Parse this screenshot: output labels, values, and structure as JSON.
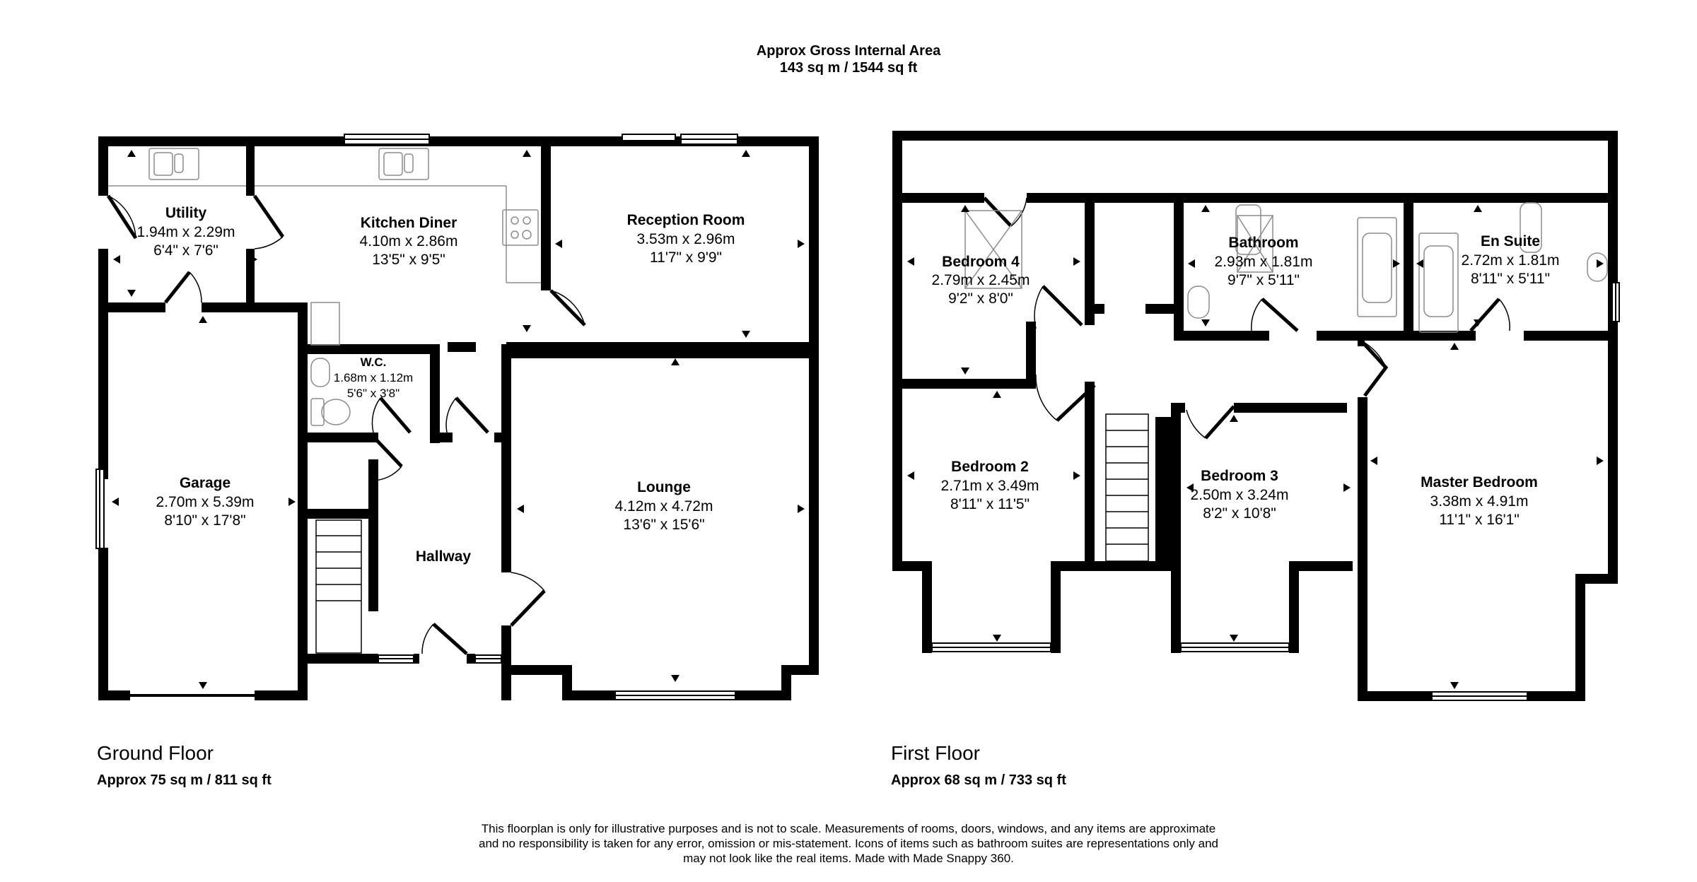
{
  "header": {
    "title": "Approx Gross Internal Area",
    "area": "143 sq m / 1544 sq ft"
  },
  "ground_floor": {
    "label": "Ground Floor",
    "area": "Approx 75 sq m / 811 sq ft",
    "rooms": [
      {
        "name": "Utility",
        "metric": "1.94m x 2.29m",
        "imperial": "6'4\" x 7'6\""
      },
      {
        "name": "Kitchen Diner",
        "metric": "4.10m x 2.86m",
        "imperial": "13'5\" x 9'5\""
      },
      {
        "name": "Reception Room",
        "metric": "3.53m x 2.96m",
        "imperial": "11'7\" x 9'9\""
      },
      {
        "name": "W.C.",
        "metric": "1.68m x 1.12m",
        "imperial": "5'6\" x 3'8\""
      },
      {
        "name": "Garage",
        "metric": "2.70m x 5.39m",
        "imperial": "8'10\" x 17'8\""
      },
      {
        "name": "Hallway"
      },
      {
        "name": "Lounge",
        "metric": "4.12m x 4.72m",
        "imperial": "13'6\" x 15'6\""
      }
    ]
  },
  "first_floor": {
    "label": "First Floor",
    "area": "Approx 68 sq m / 733 sq ft",
    "rooms": [
      {
        "name": "Bedroom 4",
        "metric": "2.79m x 2.45m",
        "imperial": "9'2\" x 8'0\""
      },
      {
        "name": "Bathroom",
        "metric": "2.93m x 1.81m",
        "imperial": "9'7\" x 5'11\""
      },
      {
        "name": "En Suite",
        "metric": "2.72m x 1.81m",
        "imperial": "8'11\" x 5'11\""
      },
      {
        "name": "Bedroom 2",
        "metric": "2.71m x 3.49m",
        "imperial": "8'11\" x 11'5\""
      },
      {
        "name": "Bedroom 3",
        "metric": "2.50m x 3.24m",
        "imperial": "8'2\" x 10'8\""
      },
      {
        "name": "Master Bedroom",
        "metric": "3.38m x 4.91m",
        "imperial": "11'1\" x 16'1\""
      }
    ]
  },
  "disclaimer": {
    "line1": "This floorplan is only for illustrative purposes and is not to scale. Measurements of rooms, doors, windows, and any items are approximate",
    "line2": "and no responsibility is taken for any error, omission or mis-statement. Icons of items such as bathroom suites are representations only and",
    "line3": "may not look like the real items. Made with Made Snappy 360."
  },
  "colors": {
    "wall": "#000000",
    "fixture": "#8c8c8c",
    "background": "#ffffff"
  }
}
